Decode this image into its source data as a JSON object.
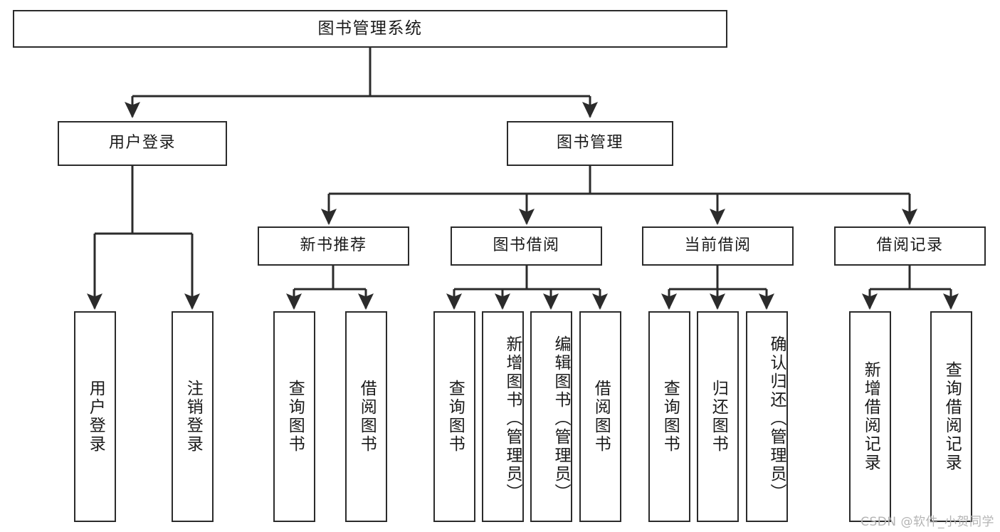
{
  "diagram": {
    "title": "图书管理系统",
    "type": "tree-hierarchy-diagram",
    "colors": {
      "stroke": "#2b2b2b",
      "fill": "#ffffff",
      "text": "#1a1a1a",
      "watermark": "#b4b4b4"
    },
    "watermark": "CSDN @软件_小贺同学",
    "nodes": {
      "root": {
        "label": "图书管理系统"
      },
      "level2": [
        {
          "id": "user-login",
          "label": "用户登录"
        },
        {
          "id": "book-management",
          "label": "图书管理"
        }
      ],
      "level3": [
        {
          "id": "new-book-recommend",
          "label": "新书推荐"
        },
        {
          "id": "book-borrow",
          "label": "图书借阅"
        },
        {
          "id": "current-borrow",
          "label": "当前借阅"
        },
        {
          "id": "borrow-record",
          "label": "借阅记录"
        }
      ],
      "leaves": {
        "user-login": [
          {
            "id": "leaf-user-login",
            "label": "用户登录"
          },
          {
            "id": "leaf-logout",
            "label": "注销登录"
          }
        ],
        "new-book-recommend": [
          {
            "id": "leaf-query-book-1",
            "label": "查询图书"
          },
          {
            "id": "leaf-borrow-book-1",
            "label": "借阅图书"
          }
        ],
        "book-borrow": [
          {
            "id": "leaf-query-book-2",
            "label": "查询图书"
          },
          {
            "id": "leaf-add-book",
            "label": "新增图书（管理员）"
          },
          {
            "id": "leaf-edit-book",
            "label": "编辑图书（管理员）"
          },
          {
            "id": "leaf-borrow-book-2",
            "label": "借阅图书"
          }
        ],
        "current-borrow": [
          {
            "id": "leaf-query-book-3",
            "label": "查询图书"
          },
          {
            "id": "leaf-return-book",
            "label": "归还图书"
          },
          {
            "id": "leaf-confirm-return",
            "label": "确认归还（管理员）"
          }
        ],
        "borrow-record": [
          {
            "id": "leaf-add-record",
            "label": "新增借阅记录"
          },
          {
            "id": "leaf-query-record",
            "label": "查询借阅记录"
          }
        ]
      }
    }
  }
}
